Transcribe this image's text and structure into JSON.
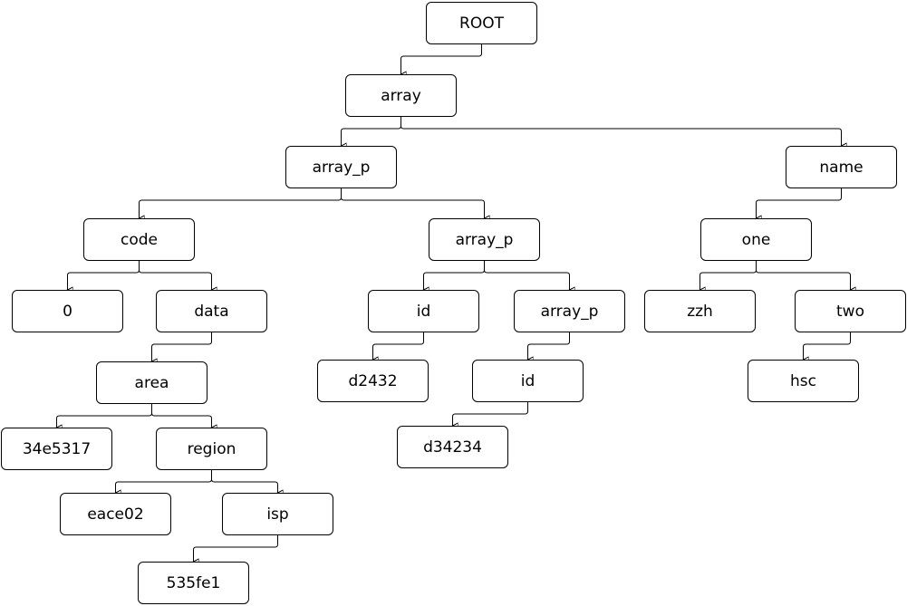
{
  "nodes": {
    "root": "ROOT",
    "array": "array",
    "array_p_1": "array_p",
    "name": "name",
    "code": "code",
    "array_p_2": "array_p",
    "one": "one",
    "zero": "0",
    "data": "data",
    "id_1": "id",
    "array_p_3": "array_p",
    "zzh": "zzh",
    "two": "two",
    "area": "area",
    "d2432": "d2432",
    "id_2": "id",
    "hsc": "hsc",
    "val_34e5317": "34e5317",
    "region": "region",
    "d34234": "d34234",
    "eace02": "eace02",
    "isp": "isp",
    "val_535fe1": "535fe1"
  },
  "edges": [
    [
      "root",
      "array"
    ],
    [
      "array",
      "array_p_1"
    ],
    [
      "array",
      "name"
    ],
    [
      "array_p_1",
      "code"
    ],
    [
      "array_p_1",
      "array_p_2"
    ],
    [
      "name",
      "one"
    ],
    [
      "code",
      "zero"
    ],
    [
      "code",
      "data"
    ],
    [
      "array_p_2",
      "id_1"
    ],
    [
      "array_p_2",
      "array_p_3"
    ],
    [
      "one",
      "zzh"
    ],
    [
      "one",
      "two"
    ],
    [
      "data",
      "area"
    ],
    [
      "id_1",
      "d2432"
    ],
    [
      "array_p_3",
      "id_2"
    ],
    [
      "two",
      "hsc"
    ],
    [
      "area",
      "val_34e5317"
    ],
    [
      "area",
      "region"
    ],
    [
      "id_2",
      "d34234"
    ],
    [
      "region",
      "eace02"
    ],
    [
      "region",
      "isp"
    ],
    [
      "isp",
      "val_535fe1"
    ]
  ]
}
